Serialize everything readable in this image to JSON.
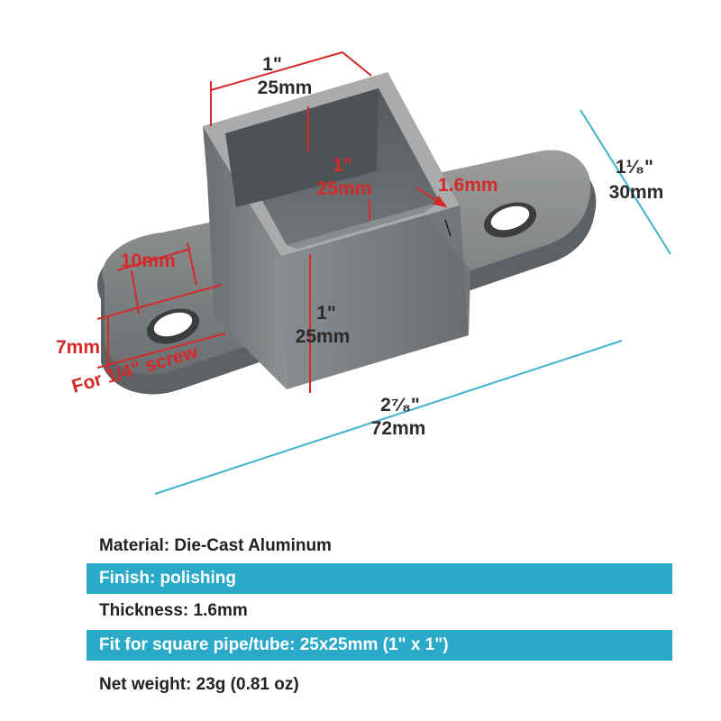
{
  "colors": {
    "accent_band": "#2aa9c9",
    "dim_red": "#d42a2a",
    "dim_cyan": "#3fb3cf",
    "metal_dark": "#5c5f61",
    "metal_mid": "#7e8183",
    "metal_light": "#a4a6a7"
  },
  "dimensions": {
    "top_width_in": "1\"",
    "top_width_mm": "25mm",
    "inner_depth_in": "1\"",
    "inner_depth_mm": "25mm",
    "wall_thickness": "1.6mm",
    "total_height_in": "1¹⁄₈\"",
    "total_height_mm": "30mm",
    "tube_height_in": "1\"",
    "tube_height_mm": "25mm",
    "flange_width": "10mm",
    "hole_diameter": "7mm",
    "screw_note": "For 1/4\" screw",
    "total_length_in": "2⁷⁄₈\"",
    "total_length_mm": "72mm"
  },
  "specs": [
    {
      "text": "Material: Die-Cast Aluminum",
      "style": "plain"
    },
    {
      "text": "Finish: polishing",
      "style": "band"
    },
    {
      "text": "Thickness: 1.6mm",
      "style": "plain"
    },
    {
      "text": "Fit for square pipe/tube: 25x25mm (1\" x 1\")",
      "style": "band"
    },
    {
      "text": "Net weight: 23g (0.81 oz)",
      "style": "plain"
    }
  ]
}
